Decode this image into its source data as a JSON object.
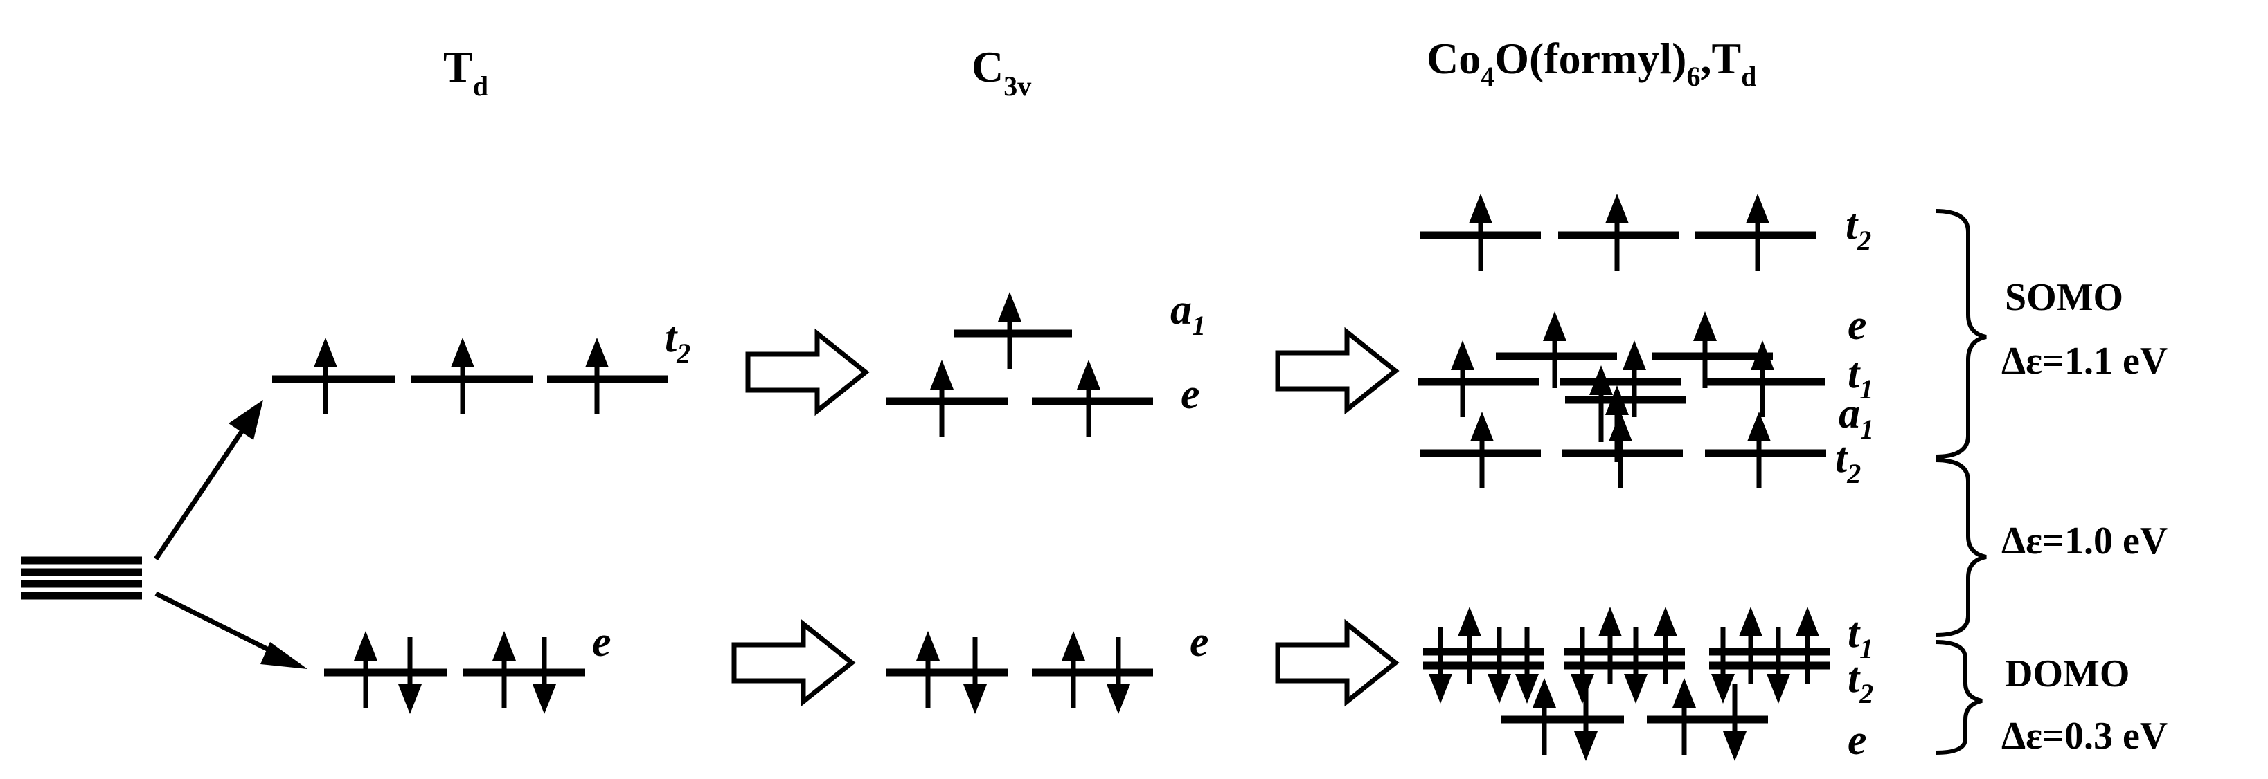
{
  "columns": {
    "td": {
      "main": "T",
      "sub": "d"
    },
    "c3v": {
      "main": "C",
      "sub": "3v"
    },
    "co4o": {
      "p1": "Co",
      "s1": "4",
      "p2": "O(formyl)",
      "s2": "6",
      "p3": ",T",
      "s3": "d"
    }
  },
  "labels": {
    "td_t2": {
      "main": "t",
      "sub": "2"
    },
    "td_e": {
      "main": "e",
      "sub": ""
    },
    "c3v_a1": {
      "main": "a",
      "sub": "1"
    },
    "c3v_e_upper": {
      "main": "e",
      "sub": ""
    },
    "c3v_e_lower": {
      "main": "e",
      "sub": ""
    },
    "co_t2_top": {
      "main": "t",
      "sub": "2"
    },
    "co_e_mid": {
      "main": "e",
      "sub": ""
    },
    "co_t1_mid": {
      "main": "t",
      "sub": "1"
    },
    "co_a1_mid": {
      "main": "a",
      "sub": "1"
    },
    "co_t2_mid": {
      "main": "t",
      "sub": "2"
    },
    "co_t1_low": {
      "main": "t",
      "sub": "1"
    },
    "co_t2_low": {
      "main": "t",
      "sub": "2"
    },
    "co_e_low": {
      "main": "e",
      "sub": ""
    }
  },
  "annotations": {
    "somo": "SOMO",
    "somo_gap": "Δε=1.1 eV",
    "mid_gap": "Δε=1.0 eV",
    "domo": "DOMO",
    "domo_gap": "Δε=0.3 eV"
  },
  "colors": {
    "ink": "#000000",
    "background": "#ffffff"
  }
}
